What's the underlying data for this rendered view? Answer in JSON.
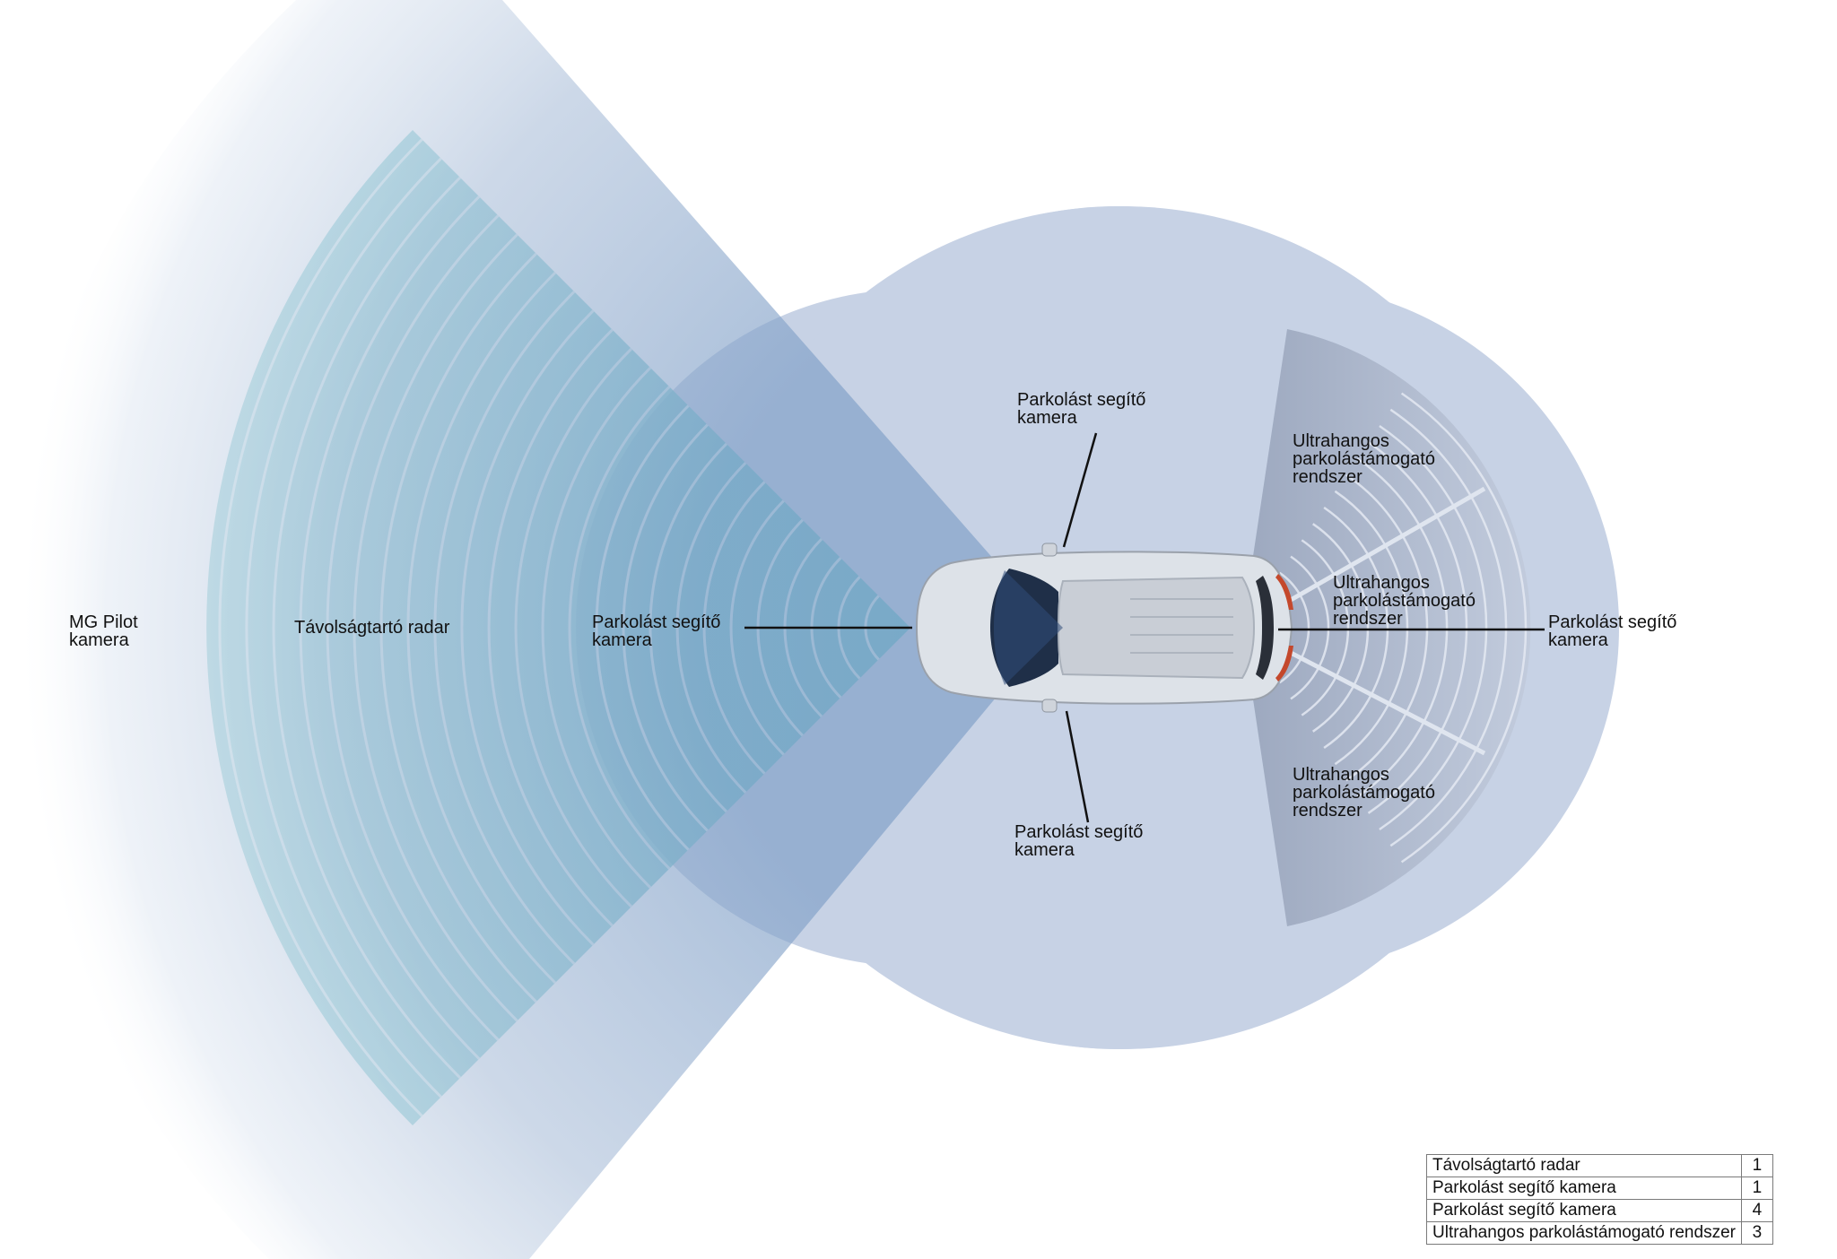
{
  "colors": {
    "camera_cone": "#7c9cc4",
    "radar": "#5fc3c9",
    "coverage": "#c7d2e5",
    "ultrasonic": "#a9b4c9",
    "car_body": "#dfe3e8",
    "leader_line": "#111111"
  },
  "labels": {
    "mg_pilot": [
      "MG Pilot",
      "kamera"
    ],
    "radar": "Távolságtartó radar",
    "front_parking_camera": [
      "Parkolást segítő",
      "kamera"
    ],
    "top_parking_camera": [
      "Parkolást segítő",
      "kamera"
    ],
    "bottom_parking_camera": [
      "Parkolást segítő",
      "kamera"
    ],
    "rear_parking_camera": [
      "Parkolást segítő",
      "kamera"
    ],
    "ultra_top": [
      "Ultrahangos",
      "parkolástámogató",
      "rendszer"
    ],
    "ultra_mid": [
      "Ultrahangos",
      "parkolástámogató",
      "rendszer"
    ],
    "ultra_bottom": [
      "Ultrahangos",
      "parkolástámogató",
      "rendszer"
    ]
  },
  "legend": [
    {
      "label": "Távolságtartó radar",
      "count": "1"
    },
    {
      "label": "Parkolást segítő kamera",
      "count": "1"
    },
    {
      "label": "Parkolást segítő kamera",
      "count": "4"
    },
    {
      "label": "Ultrahangos parkolástámogató rendszer",
      "count": "3"
    }
  ]
}
